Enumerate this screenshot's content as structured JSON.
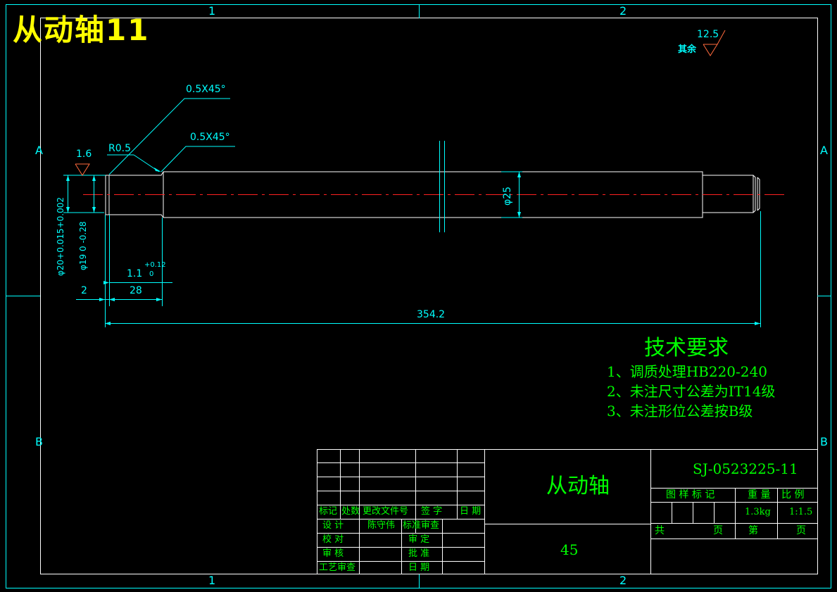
{
  "title": "从动轴11",
  "grid": {
    "top": [
      "1",
      "2"
    ],
    "bottom": [
      "1",
      "2"
    ],
    "left": [
      "A",
      "B"
    ],
    "right": [
      "A",
      "B"
    ]
  },
  "roughness": {
    "default_label": "其余",
    "default_value": "12.5",
    "surface_value": "1.6"
  },
  "dimensions": {
    "chamfer_outer": "0.5X45°",
    "chamfer_inner": "0.5X45°",
    "radius": "R0.5",
    "dia_main": "φ25",
    "dia_journal": "φ20+0.015+0.002",
    "dia_groove": "φ19 0 -0.28",
    "groove_width": "1.1",
    "groove_tol_upper": "+0.12",
    "groove_tol_lower": "0",
    "len_small": "2",
    "len_journal": "28",
    "len_total": "354.2"
  },
  "tech_requirements": {
    "heading": "技术要求",
    "items": [
      "1、调质处理HB220-240",
      "2、未注尺寸公差为IT14级",
      "3、未注形位公差按B级"
    ]
  },
  "title_block": {
    "part_name": "从动轴",
    "material": "45",
    "drawing_no": "SJ-0523225-11",
    "weight": "1.3kg",
    "scale": "1:1.5",
    "hdr_stage": "图 样 标 记",
    "hdr_weight": "重  量",
    "hdr_scale": "比  例",
    "total_label": "共",
    "page_label": "页",
    "sheet_label": "第",
    "sheet_page_label": "页",
    "rev_headers": [
      "标记",
      "处数",
      "更改文件号",
      "签  字",
      "日  期"
    ],
    "sign_rows": [
      [
        "设  计",
        "陈守伟",
        "标准审查"
      ],
      [
        "校  对",
        "",
        "审  定"
      ],
      [
        "审  核",
        "",
        "批  准"
      ],
      [
        "工艺审查",
        "",
        "日  期"
      ]
    ]
  }
}
